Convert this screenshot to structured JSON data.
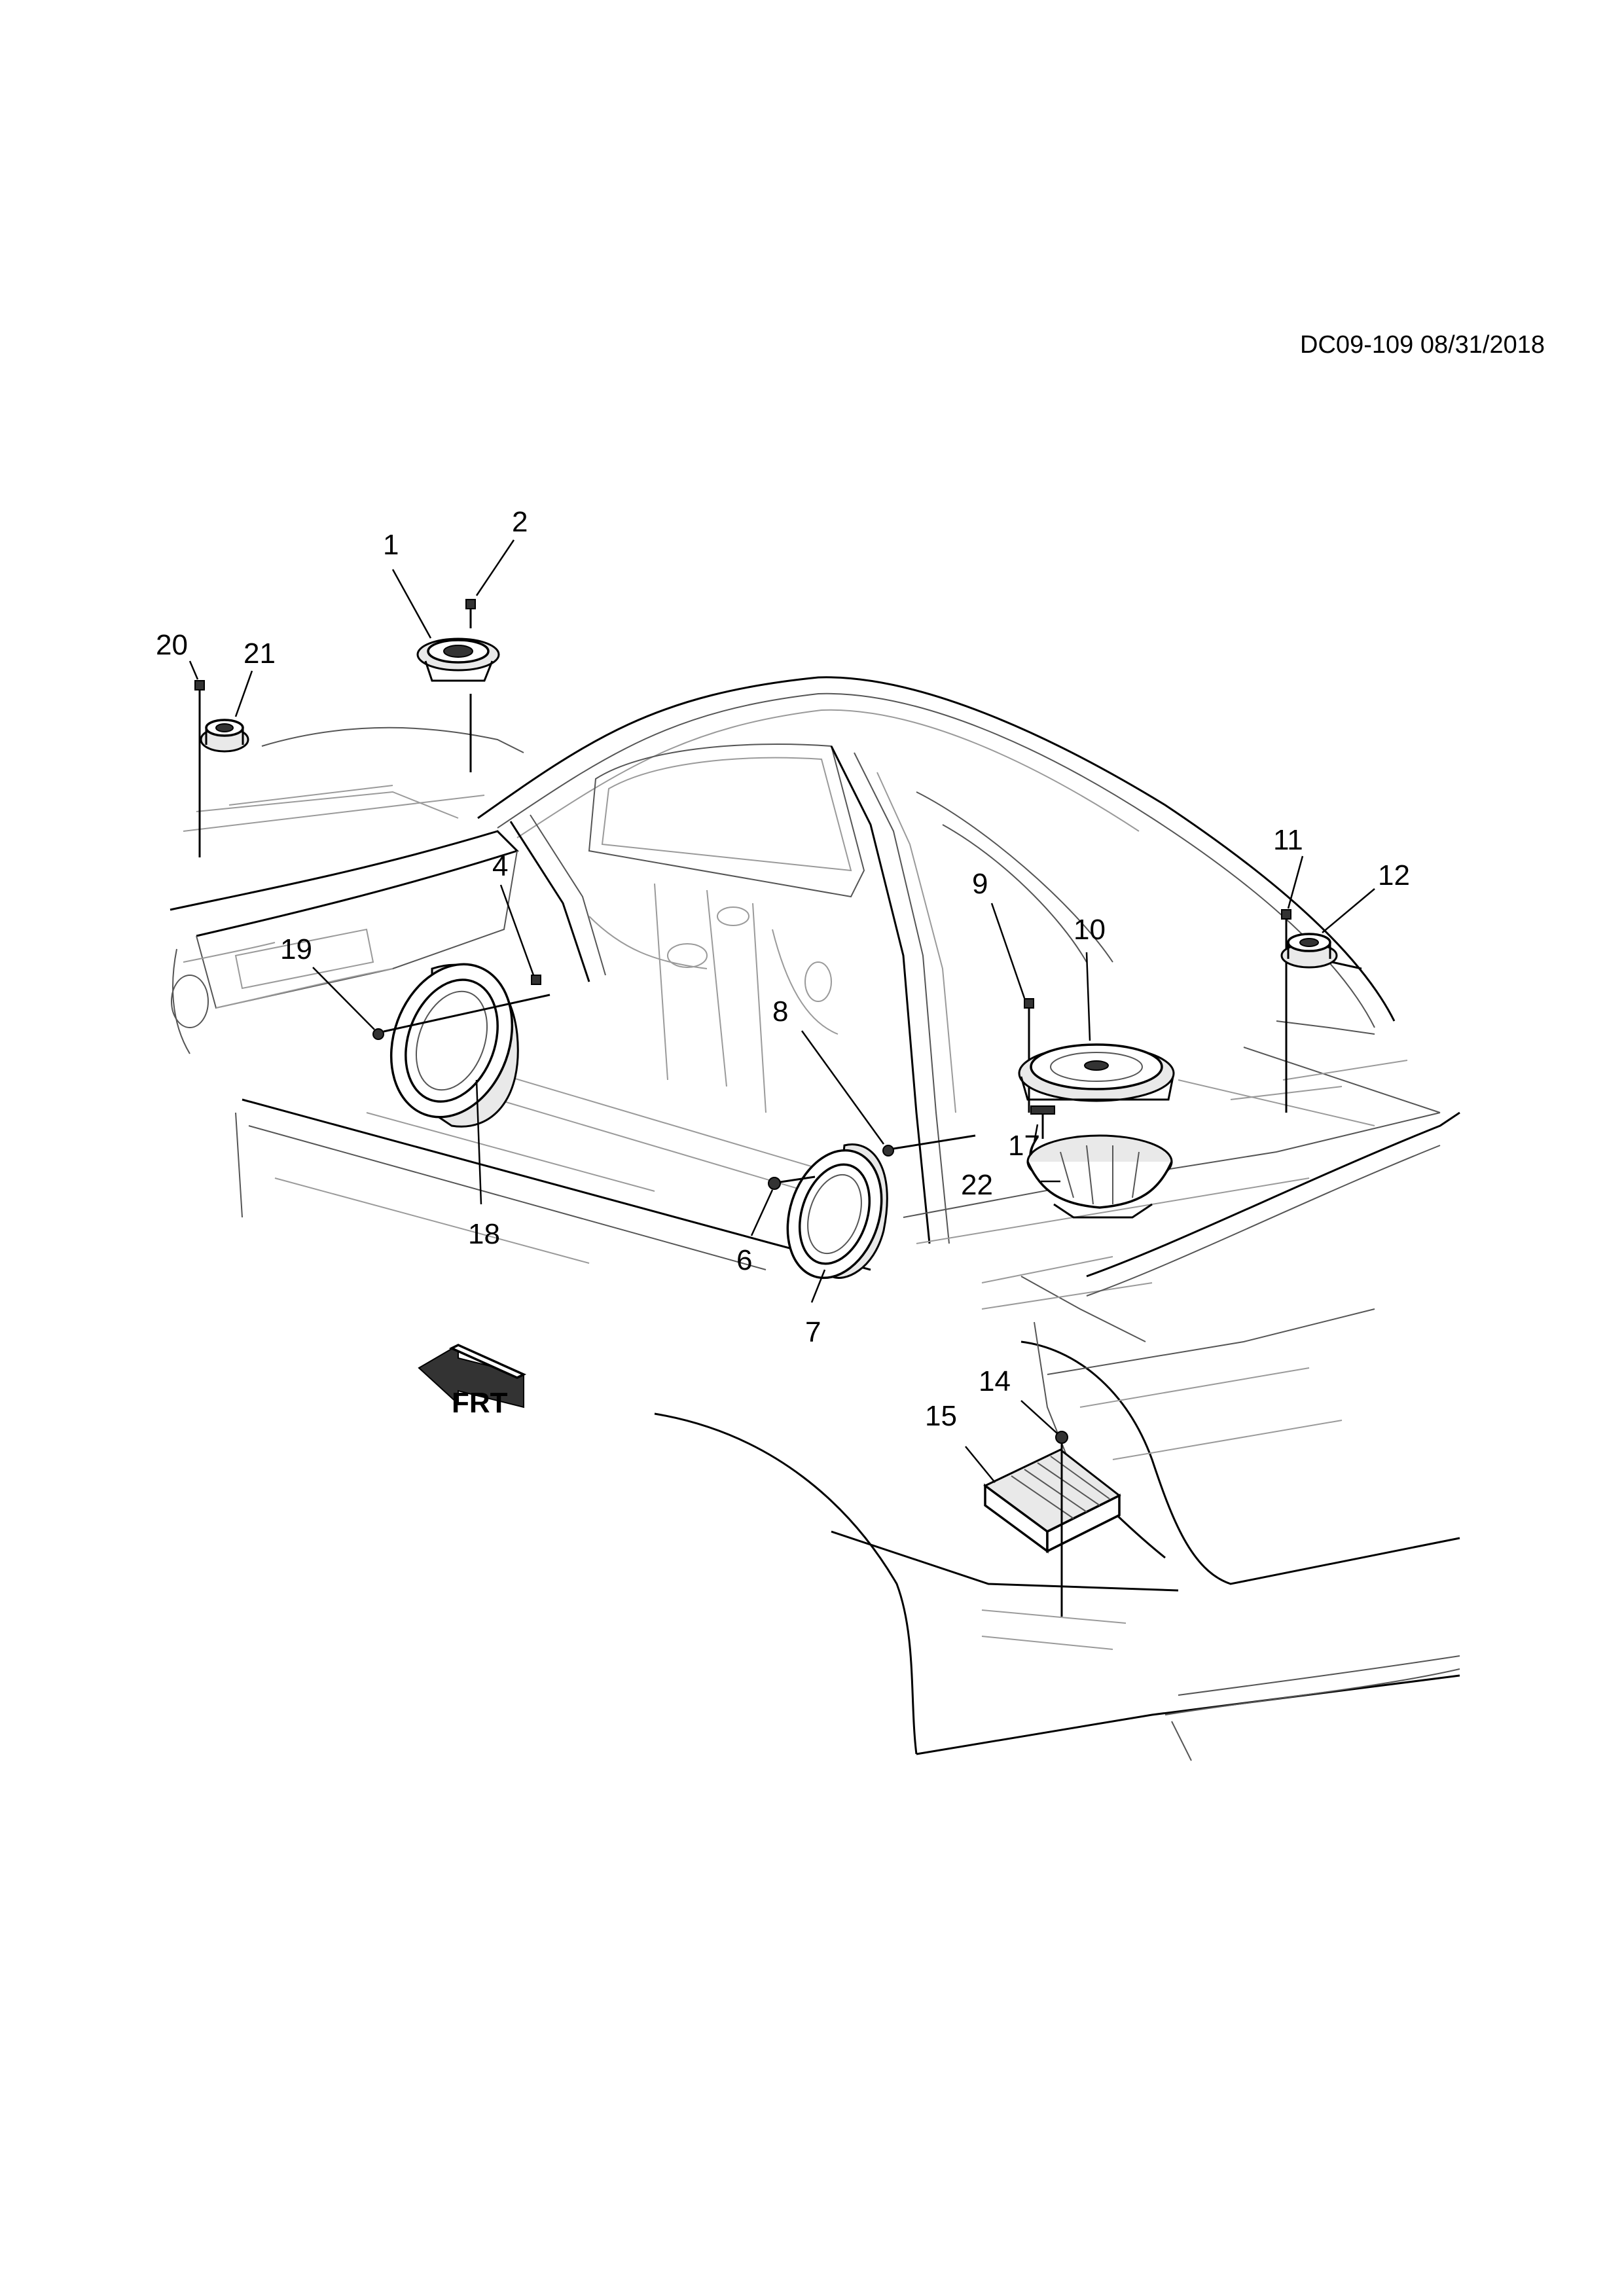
{
  "document": {
    "id_label": "DC09-109 08/31/2018"
  },
  "orientation": {
    "arrow_label": "FRT"
  },
  "callouts": {
    "c1": "1",
    "c2": "2",
    "c4": "4",
    "c6": "6",
    "c7": "7",
    "c8": "8",
    "c9": "9",
    "c10": "10",
    "c11": "11",
    "c12": "12",
    "c14": "14",
    "c15": "15",
    "c17": "17",
    "c18": "18",
    "c19": "19",
    "c20": "20",
    "c21": "21",
    "c22": "22"
  }
}
